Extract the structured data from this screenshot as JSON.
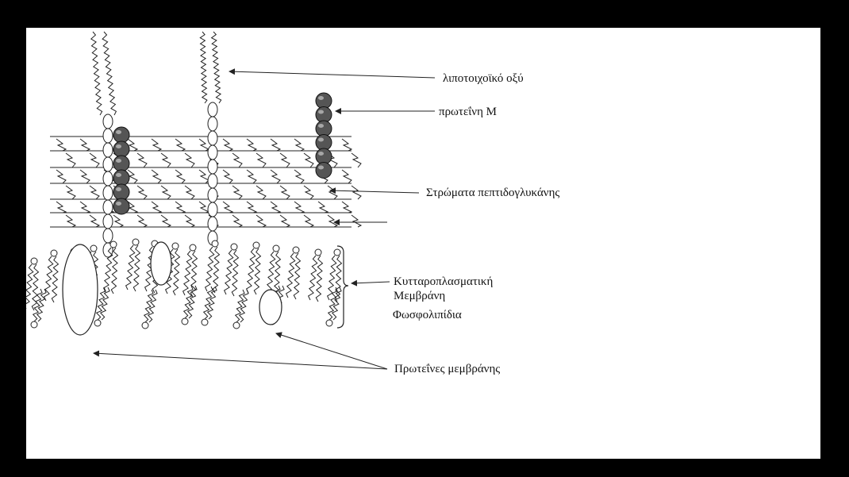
{
  "labels": {
    "lipoteichoic_acid": "λιποτοιχοϊκό οξύ",
    "protein_m": "πρωτεΐνη Μ",
    "peptidoglycan_layers": "Στρώματα πεπτιδογλυκάνης",
    "cytoplasmic_membrane_line1": "Κυτταροπλασματική",
    "cytoplasmic_membrane_line2": "Μεμβράνη",
    "phospholipids": "Φωσφολιπίδια",
    "membrane_proteins": "Πρωτεΐνες μεμβράνης"
  },
  "colors": {
    "frame": "#000000",
    "background": "#ffffff",
    "line": "#222222",
    "sphere": "#555555"
  }
}
